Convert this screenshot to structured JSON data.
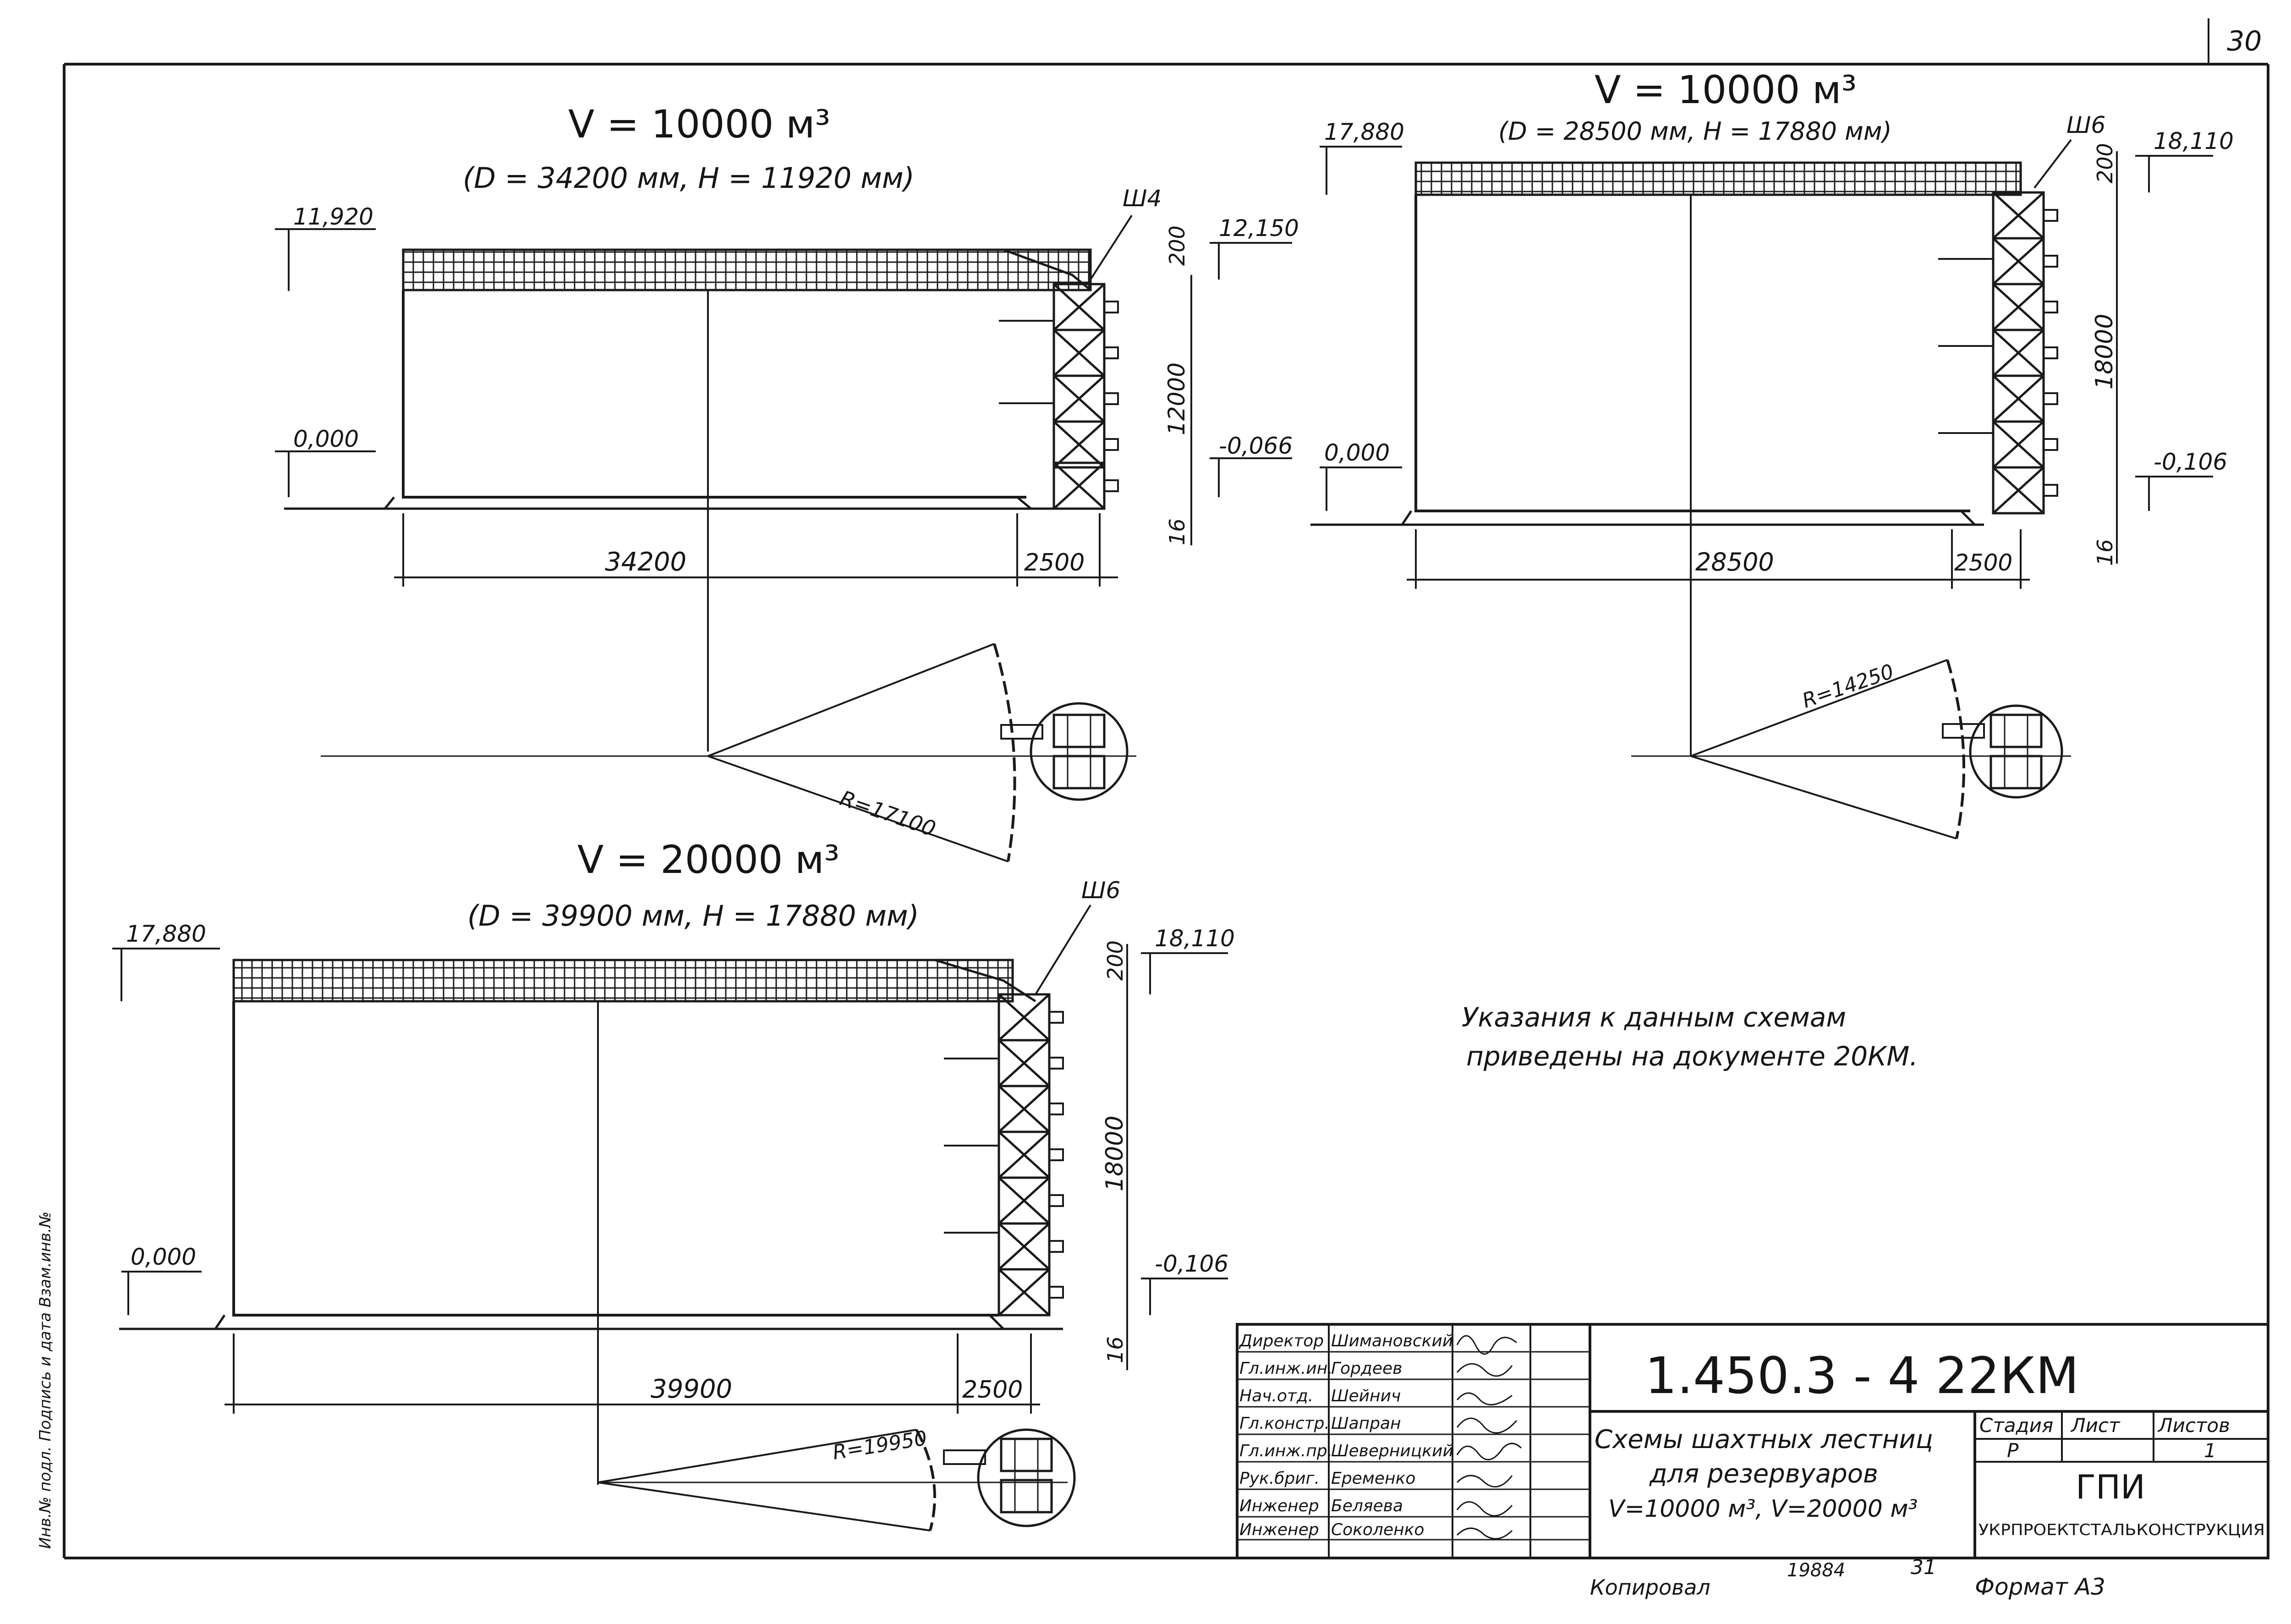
{
  "page_number": "30",
  "drawing_1": {
    "title": "V = 10000 м³",
    "subtitle": "(D = 34200 мм, H = 11920 мм)",
    "mark_roof": "11,920",
    "mark_ground": "0,000",
    "mark_top_ladder": "12,150",
    "mark_bottom_ladder": "-0,066",
    "dim_200": "200",
    "dim_height": "12000",
    "dim_16": "16",
    "dim_diameter": "34200",
    "dim_offset": "2500",
    "ladder_label": "Ш4",
    "radius": "R=17100"
  },
  "drawing_2": {
    "title": "V = 10000 м³",
    "subtitle": "(D = 28500 мм, H = 17880 мм)",
    "mark_roof": "17,880",
    "mark_ground": "0,000",
    "mark_top_ladder": "18,110",
    "mark_bottom_ladder": "-0,106",
    "dim_200": "200",
    "dim_height": "18000",
    "dim_16": "16",
    "dim_diameter": "28500",
    "dim_offset": "2500",
    "ladder_label": "Ш6",
    "radius": "R=14250"
  },
  "drawing_3": {
    "title": "V = 20000 м³",
    "subtitle": "(D = 39900 мм, H = 17880 мм)",
    "mark_roof": "17,880",
    "mark_ground": "0,000",
    "mark_top_ladder": "18,110",
    "mark_bottom_ladder": "-0,106",
    "dim_200": "200",
    "dim_height": "18000",
    "dim_16": "16",
    "dim_diameter": "39900",
    "dim_offset": "2500",
    "ladder_label": "Ш6",
    "radius": "R=19950"
  },
  "note": {
    "line1": "Указания к данным схемам",
    "line2": "приведены на документе 20КМ."
  },
  "side_stamp": "Инв.№ подл.   Подпись и дата   Взам.инв.№",
  "title_block": {
    "doc_code": "1.450.3 - 4  22КМ",
    "title_line1": "Схемы шахтных лестниц",
    "title_line2": "для резервуаров",
    "title_line3": "V=10000 м³, V=20000 м³",
    "stage_header": "Стадия",
    "sheet_header": "Лист",
    "sheets_header": "Листов",
    "stage_value": "Р",
    "sheets_value": "1",
    "org_short": "ГПИ",
    "org_full": "УКРПРОЕКТСТАЛЬКОНСТРУКЦИЯ",
    "staff": [
      {
        "role": "Директор",
        "name": "Шимановский"
      },
      {
        "role": "Гл.инж.ин.",
        "name": "Гордеев"
      },
      {
        "role": "Нач.отд.",
        "name": "Шейнич"
      },
      {
        "role": "Гл.констр.",
        "name": "Шапран"
      },
      {
        "role": "Гл.инж.пр.",
        "name": "Шеверницкий"
      },
      {
        "role": "Рук.бриг.",
        "name": "Еременко"
      },
      {
        "role": "Инженер",
        "name": "Беляева"
      },
      {
        "role": "Инженер",
        "name": "Соколенко"
      }
    ]
  },
  "footer": {
    "left": "Копировал",
    "number": "19884",
    "num2": "31",
    "format": "Формат А3"
  }
}
